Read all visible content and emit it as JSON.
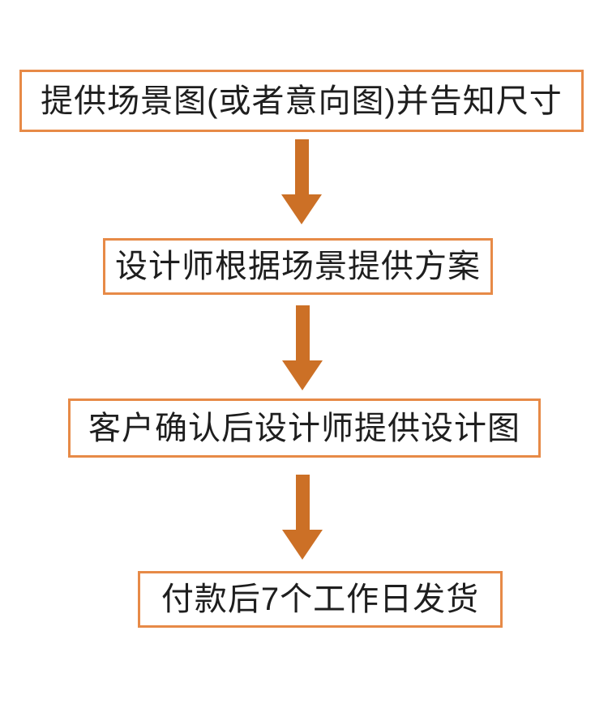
{
  "flowchart": {
    "steps": [
      "提供场景图(或者意向图)并告知尺寸",
      "设计师根据场景提供方案",
      "客户确认后设计师提供设计图",
      "付款后7个工作日发货"
    ],
    "connector_icon": "down-arrow"
  },
  "colors": {
    "box_border": "#E78A47",
    "arrow": "#CC7026",
    "text": "#1E1E1E",
    "background": "#FFFFFF"
  }
}
